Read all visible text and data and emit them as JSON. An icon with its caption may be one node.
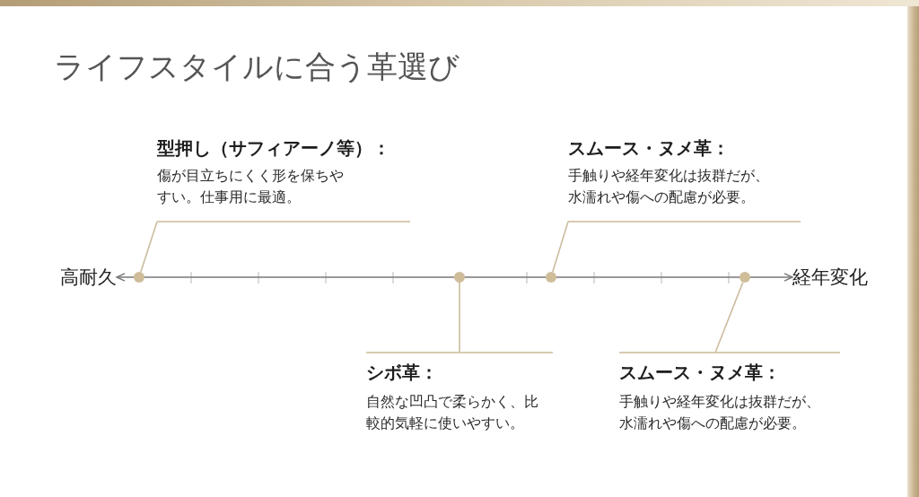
{
  "diagram": {
    "title": "ライフスタイルに合う革選び",
    "nodes": [
      {
        "text": [
          "型押し（サフィアーノ等）：",
          "傷が目立ちにくく形を保ちやすい。仕事用に最適。"
        ]
      },
      {
        "text": [
          "スムース・ヌメ革：",
          "手触りや経年変化は抜群だが、水濡れや傷への配慮が必要。"
        ]
      },
      {
        "text": [
          "高耐久"
        ]
      },
      {
        "text": [],
        "shape": "circle"
      },
      {
        "text": [],
        "shape": "circle"
      },
      {
        "text": [],
        "shape": "circle"
      },
      {
        "text": [],
        "shape": "circle"
      },
      {
        "text": [
          "経年変化"
        ]
      },
      {
        "text": [
          "シボ革：",
          "自然な凹凸で柔らかく、比較的気軽に使いやすい。"
        ]
      },
      {
        "text": [
          "スムース・ヌメ革：",
          "手触りや経年変化は抜群だが、水濡れや傷への配慮が必要。"
        ]
      }
    ],
    "edges": [
      {
        "from": 2,
        "to": 7,
        "arrow": "both",
        "color": "#777777"
      },
      {
        "from": 0,
        "to": 3,
        "arrow": "none"
      },
      {
        "from": 1,
        "to": 5,
        "arrow": "none"
      },
      {
        "from": 8,
        "to": 4,
        "arrow": "none"
      },
      {
        "from": 9,
        "to": 6,
        "arrow": "none"
      }
    ]
  }
}
